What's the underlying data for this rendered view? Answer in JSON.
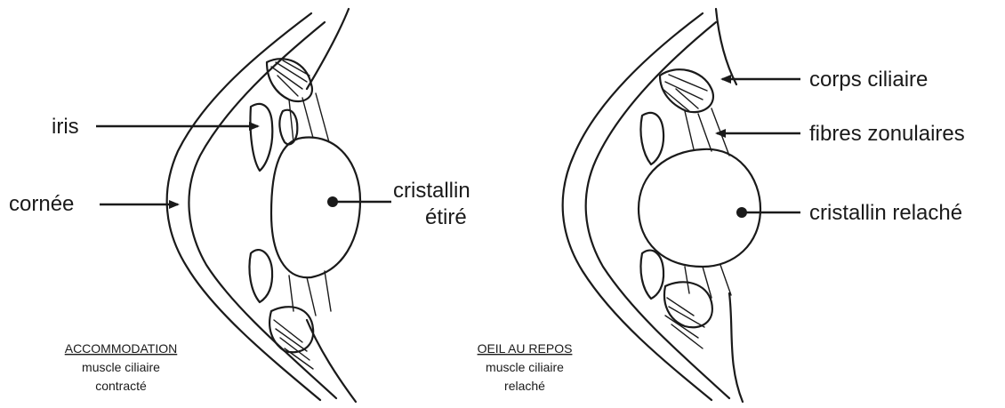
{
  "left_panel": {
    "labels": {
      "iris": "iris",
      "cornee": "cornée",
      "cristallin_line1": "cristallin",
      "cristallin_line2": "étiré"
    },
    "caption": {
      "title": "ACCOMMODATION",
      "line1": "muscle ciliaire",
      "line2": "contracté"
    }
  },
  "right_panel": {
    "labels": {
      "corps_ciliaire": "corps ciliaire",
      "fibres_zonulaires": "fibres zonulaires",
      "cristallin_relache": "cristallin relaché"
    },
    "caption": {
      "title": "OEIL AU REPOS",
      "line1": "muscle ciliaire",
      "line2": "relaché"
    }
  },
  "colors": {
    "ink": "#1a1a1a",
    "background": "#ffffff"
  }
}
